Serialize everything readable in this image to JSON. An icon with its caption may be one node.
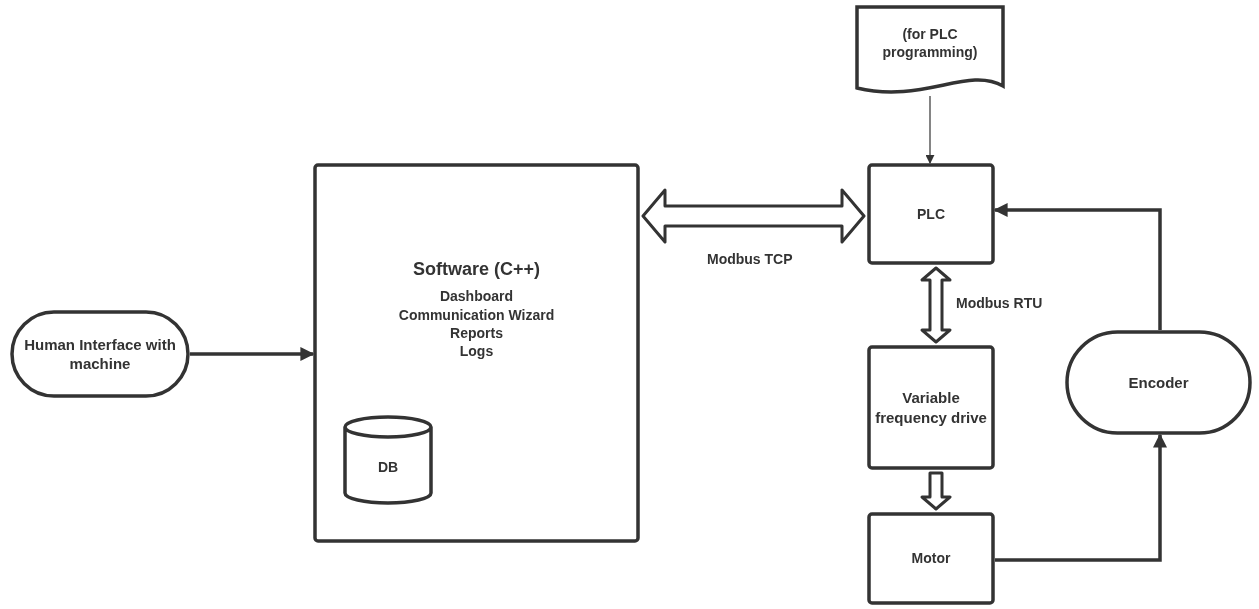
{
  "diagram": {
    "nodes": [
      {
        "text": [
          "Human Interface with machine"
        ]
      },
      {
        "text": [
          "Software (C++)",
          "Dashboard",
          "Communication Wizard",
          "Reports",
          "Logs"
        ]
      },
      {
        "text": [
          "DB"
        ],
        "in": 1
      },
      {
        "text": [
          "(for PLC programming)"
        ]
      },
      {
        "text": [
          "PLC"
        ]
      },
      {
        "text": [
          "Variable frequency drive"
        ]
      },
      {
        "text": [
          "Motor"
        ]
      },
      {
        "text": [
          "Encoder"
        ]
      }
    ],
    "edges": [
      {
        "from": 0,
        "to": 1,
        "arrow": "to"
      },
      {
        "from": 1,
        "to": 4,
        "arrow": "both",
        "style": "thick",
        "label": "Modbus TCP"
      },
      {
        "from": 3,
        "to": 4,
        "arrow": "to"
      },
      {
        "from": 4,
        "to": 5,
        "arrow": "both",
        "style": "thick",
        "label": "Modbus RTU"
      },
      {
        "from": 5,
        "to": 6,
        "arrow": "to",
        "style": "thick"
      },
      {
        "from": 6,
        "to": 7,
        "arrow": "to"
      },
      {
        "from": 7,
        "to": 4,
        "arrow": "to"
      }
    ]
  }
}
